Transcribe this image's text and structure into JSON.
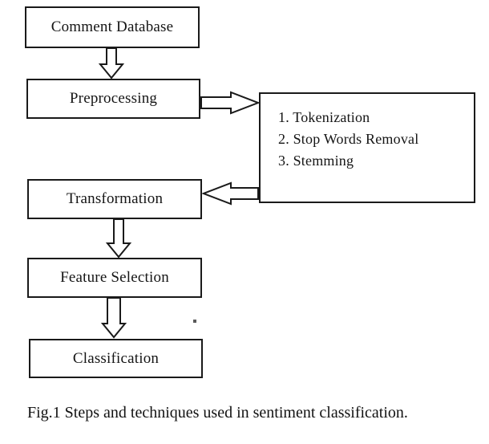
{
  "figure": {
    "caption": "Fig.1 Steps and techniques used in sentiment classification.",
    "diagram": {
      "nodes": {
        "comment_database": "Comment Database",
        "preprocessing": "Preprocessing",
        "transformation": "Transformation",
        "feature_selection": "Feature Selection",
        "classification": "Classification"
      },
      "techniques": {
        "items": [
          "1. Tokenization",
          "2. Stop Words Removal",
          "3. Stemming"
        ]
      },
      "arrows": [
        "comment-database-to-preprocessing",
        "preprocessing-to-techniques",
        "techniques-to-transformation",
        "transformation-to-feature-selection",
        "feature-selection-to-classification"
      ],
      "colors": {
        "line": "#1a1a1a",
        "text": "#151515",
        "background": "#ffffff"
      }
    }
  }
}
